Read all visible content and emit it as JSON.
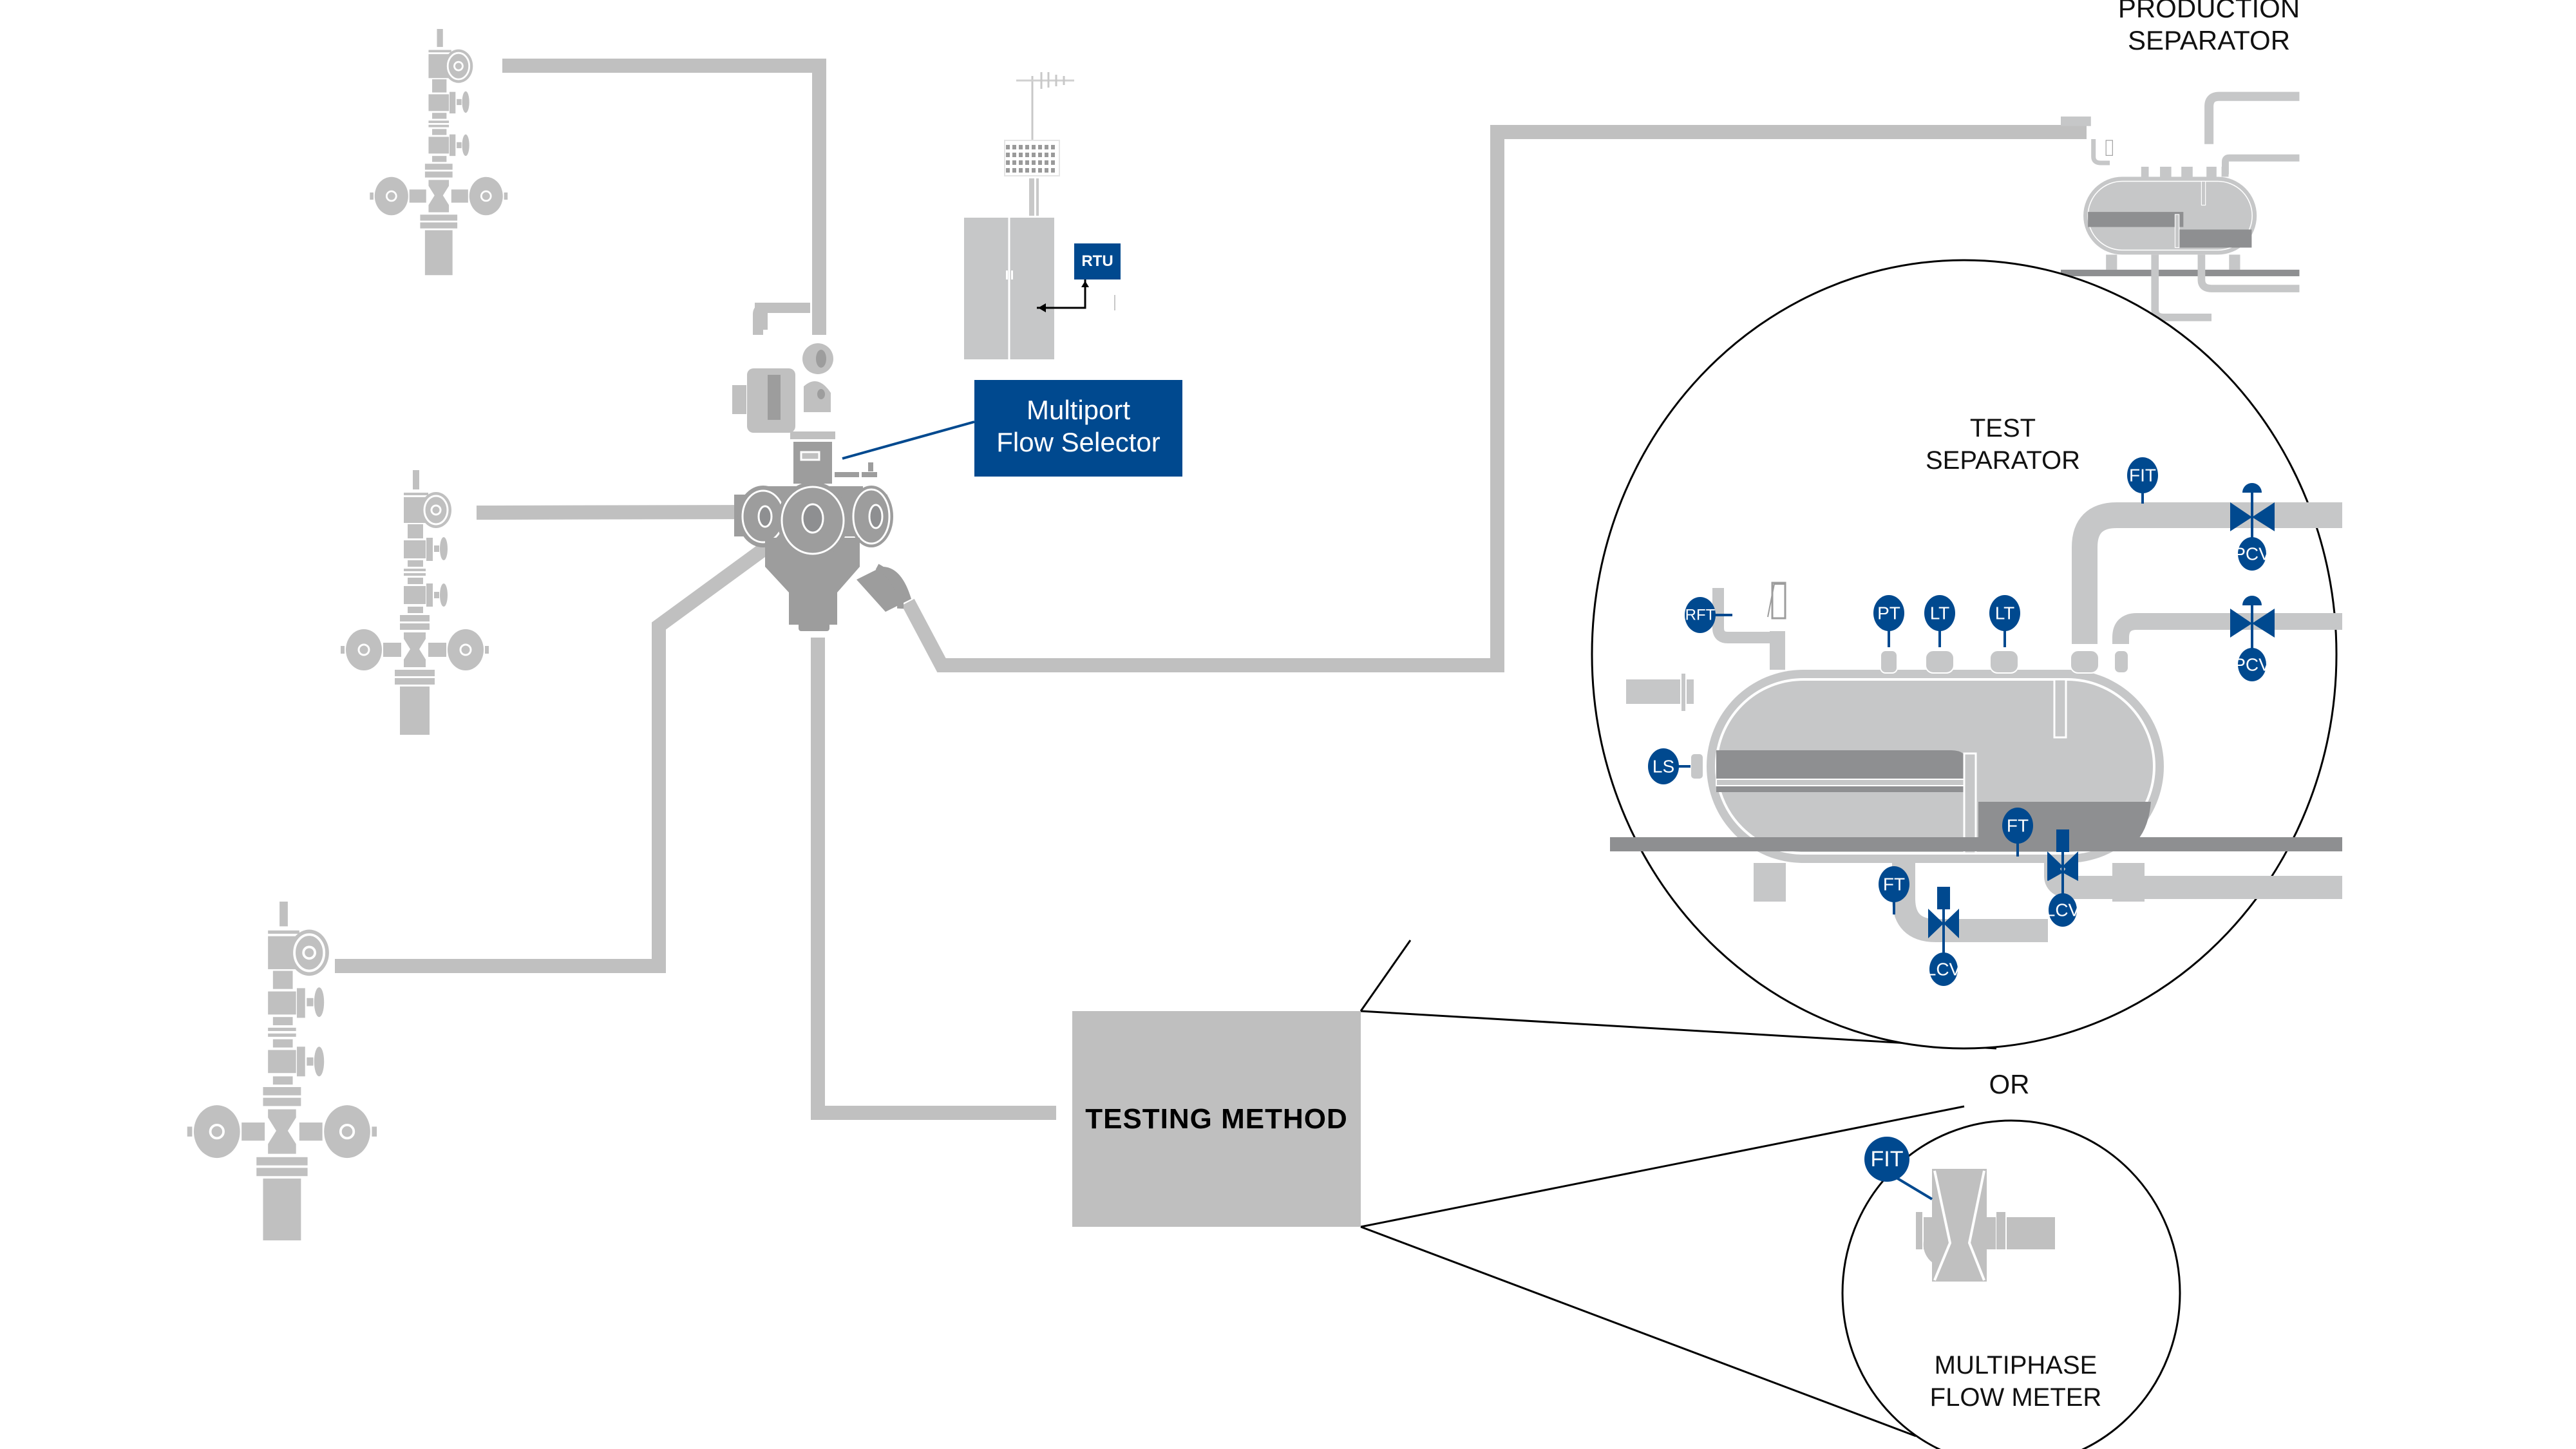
{
  "diagram": {
    "title": "Well testing with multiport flow selector",
    "colors": {
      "accent_blue": "#00498f",
      "equipment_gray": "#c0c0c0",
      "equipment_dark_gray": "#9d9d9d",
      "liquid_gray": "#8e8f91",
      "callout_line": "#000000",
      "background": "#ffffff"
    },
    "labels": {
      "multiport_flow_selector": [
        "Multiport",
        "Flow Selector"
      ],
      "rtu": "RTU",
      "production_separator": [
        "PRODUCTION",
        "SEPARATOR"
      ],
      "test_separator": [
        "TEST",
        "SEPARATOR"
      ],
      "testing_method": "TESTING METHOD",
      "or": "OR",
      "multiphase_flow_meter": [
        "MULTIPHASE",
        "FLOW METER"
      ]
    },
    "nodes": [
      {
        "id": "wellhead-1",
        "type": "wellhead",
        "icon": "wellhead-icon"
      },
      {
        "id": "wellhead-2",
        "type": "wellhead",
        "icon": "wellhead-icon"
      },
      {
        "id": "wellhead-3",
        "type": "wellhead",
        "icon": "wellhead-icon"
      },
      {
        "id": "multiport-flow-selector",
        "type": "valve",
        "icon": "multiport-valve-icon"
      },
      {
        "id": "rtu-cabinet",
        "type": "rtu",
        "icon": "rtu-cabinet-icon"
      },
      {
        "id": "solar-panel-antenna",
        "type": "telemetry",
        "icon": "solar-antenna-icon"
      },
      {
        "id": "production-separator",
        "type": "vessel",
        "icon": "separator-icon"
      },
      {
        "id": "testing-method",
        "type": "box"
      },
      {
        "id": "test-separator",
        "type": "vessel",
        "icon": "separator-icon"
      },
      {
        "id": "multiphase-flow-meter",
        "type": "meter",
        "icon": "flow-meter-icon"
      }
    ],
    "connections": [
      {
        "from": "wellhead-1",
        "to": "multiport-flow-selector"
      },
      {
        "from": "wellhead-2",
        "to": "multiport-flow-selector"
      },
      {
        "from": "wellhead-3",
        "to": "multiport-flow-selector"
      },
      {
        "from": "multiport-flow-selector",
        "to": "production-separator"
      },
      {
        "from": "multiport-flow-selector",
        "to": "testing-method"
      },
      {
        "from": "rtu-cabinet",
        "to": "rtu"
      }
    ],
    "test_separator_tags": {
      "fit": "FIT",
      "pcv_top": "PCV",
      "pcv_mid": "PCV",
      "rft": "RFT",
      "pt": "PT",
      "lt_1": "LT",
      "lt_2": "LT",
      "ls": "LS",
      "ft_right": "FT",
      "lcv_right": "LCV",
      "ft_left": "FT",
      "lcv_left": "LCV"
    },
    "multiphase_tags": {
      "fit": "FIT"
    }
  }
}
